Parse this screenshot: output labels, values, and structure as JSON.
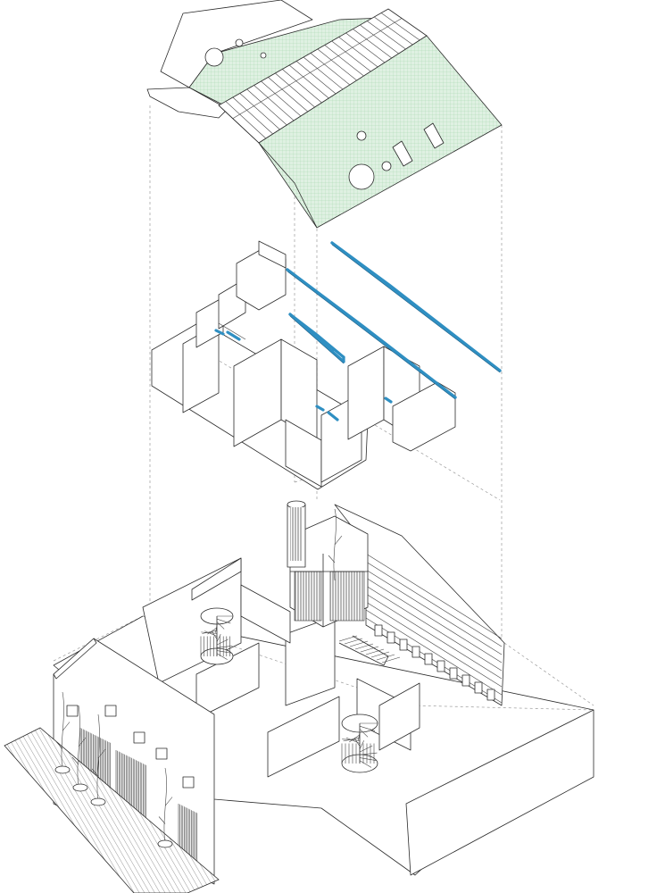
{
  "diagram": {
    "type": "exploded-axonometric",
    "layers": [
      {
        "id": "roof",
        "name": "roof-layer"
      },
      {
        "id": "trusses",
        "name": "truss-and-upper-walls-layer"
      },
      {
        "id": "ground",
        "name": "ground-floor-layer"
      }
    ],
    "colors": {
      "line": "#2b2b2b",
      "green_roof": "#d9efdc",
      "green_grid": "#9fd1a6",
      "truss_blue": "#2f8fc2",
      "dashed_guides": "#9a9a9a",
      "background": "#ffffff"
    },
    "icons": [
      "spiral-stair-icon",
      "skylight-icon",
      "tree-icon",
      "planter-icon"
    ]
  }
}
